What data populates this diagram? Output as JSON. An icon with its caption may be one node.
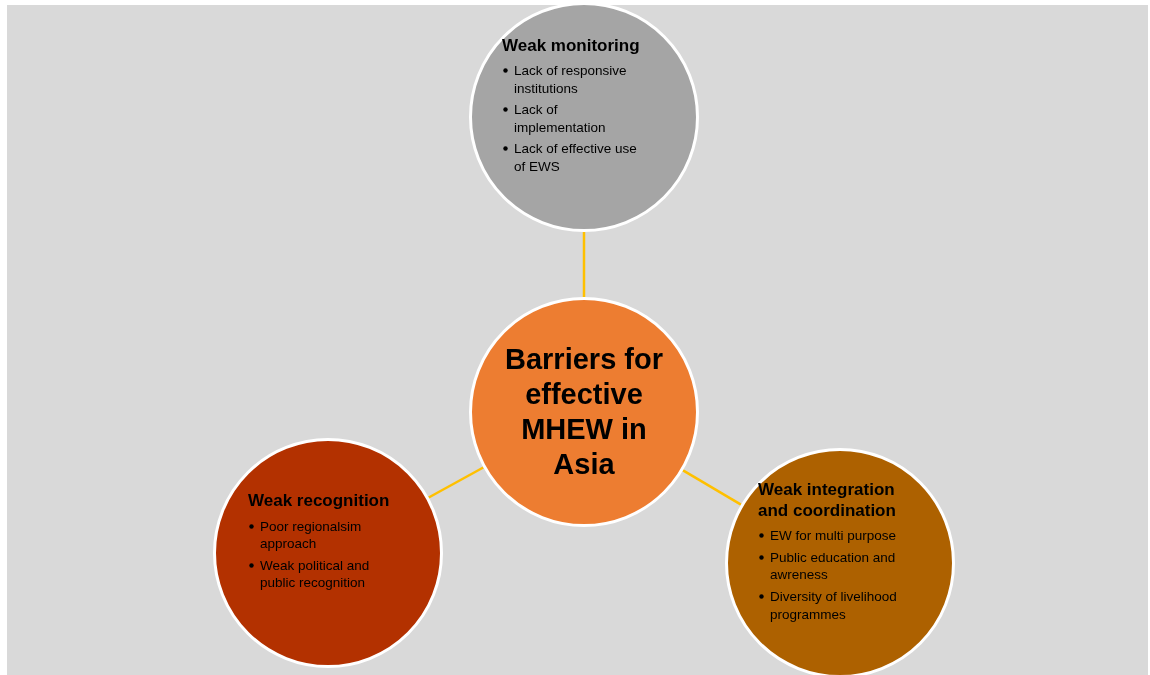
{
  "diagram": {
    "nodes": [
      {
        "text": [
          "Weak monitoring",
          "Lack of responsive institutions",
          "Lack of implementation",
          "Lack of effective use of EWS"
        ]
      },
      {
        "text": [
          "Barriers for effective MHEW in Asia"
        ]
      },
      {
        "text": [
          "Weak recognition",
          "Poor regionalsim approach",
          "Weak political and public recognition"
        ]
      },
      {
        "text": [
          "Weak integration and coordination",
          "EW for multi purpose",
          "Public education and awreness",
          "Diversity of livelihood programmes"
        ]
      }
    ],
    "edges": [
      {
        "from": 1,
        "to": 0,
        "arrow": "none"
      },
      {
        "from": 1,
        "to": 2,
        "arrow": "none"
      },
      {
        "from": 1,
        "to": 3,
        "arrow": "none"
      }
    ]
  }
}
